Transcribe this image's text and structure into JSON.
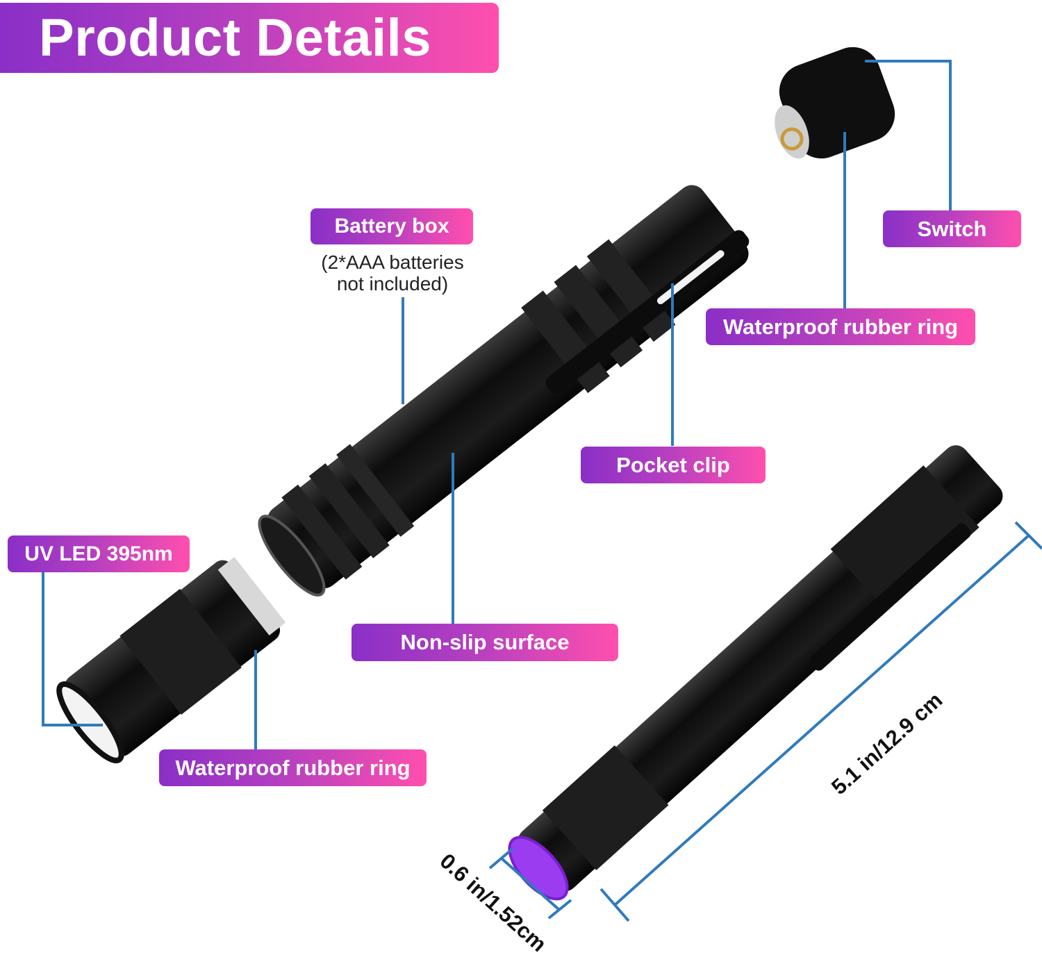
{
  "title": "Product Details",
  "labels": {
    "battery_box": "Battery box",
    "battery_note_line1": "(2*AAA batteries",
    "battery_note_line2": "not included)",
    "switch": "Switch",
    "waterproof_ring_top": "Waterproof rubber ring",
    "pocket_clip": "Pocket clip",
    "uv_led": "UV LED 395nm",
    "non_slip": "Non-slip surface",
    "waterproof_ring_bottom": "Waterproof rubber ring"
  },
  "dimensions": {
    "length": "5.1 in/12.9 cm",
    "diameter": "0.6 in/1.52cm"
  },
  "colors": {
    "gradient_start": "#8a2fc7",
    "gradient_end": "#ff4fae",
    "leader_line": "#2f7bbd",
    "uv_lens": "#9b3cf0",
    "body": "#111111"
  }
}
